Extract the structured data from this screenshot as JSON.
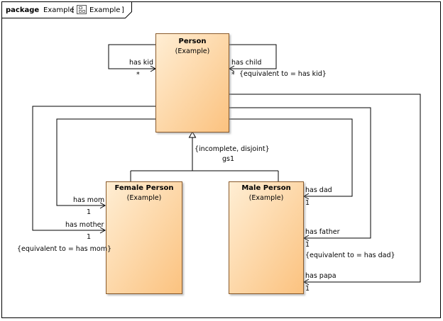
{
  "frame": {
    "keyword": "package",
    "name": "Example",
    "bracket_open": "[",
    "ref_icon": "diagram-icon",
    "ref_name": "Example",
    "bracket_close": "]"
  },
  "classes": {
    "person": {
      "name": "Person",
      "stereo": "(Example)"
    },
    "female": {
      "name": "Female Person",
      "stereo": "(Example)"
    },
    "male": {
      "name": "Male Person",
      "stereo": "(Example)"
    }
  },
  "generalization": {
    "constraint": "{incomplete, disjoint}",
    "set_name": "gs1"
  },
  "associations": {
    "has_kid": {
      "role": "has kid",
      "mult": "*"
    },
    "has_child": {
      "role": "has child",
      "mult": "*",
      "constraint": "{equivalent to = has kid}"
    },
    "has_mom": {
      "role": "has mom",
      "mult": "1"
    },
    "has_mother": {
      "role": "has mother",
      "mult": "1",
      "constraint": "{equivalent to = has mom}"
    },
    "has_dad": {
      "role": "has dad",
      "mult": "1"
    },
    "has_father": {
      "role": "has father",
      "mult": "1",
      "constraint": "{equivalent to = has dad}"
    },
    "has_papa": {
      "role": "has papa",
      "mult": "1"
    }
  },
  "colors": {
    "class_fill_top": "#ffe9c8",
    "class_fill_bottom": "#fbc88e",
    "class_border": "#8a5a2b",
    "frame_border": "#000000"
  }
}
